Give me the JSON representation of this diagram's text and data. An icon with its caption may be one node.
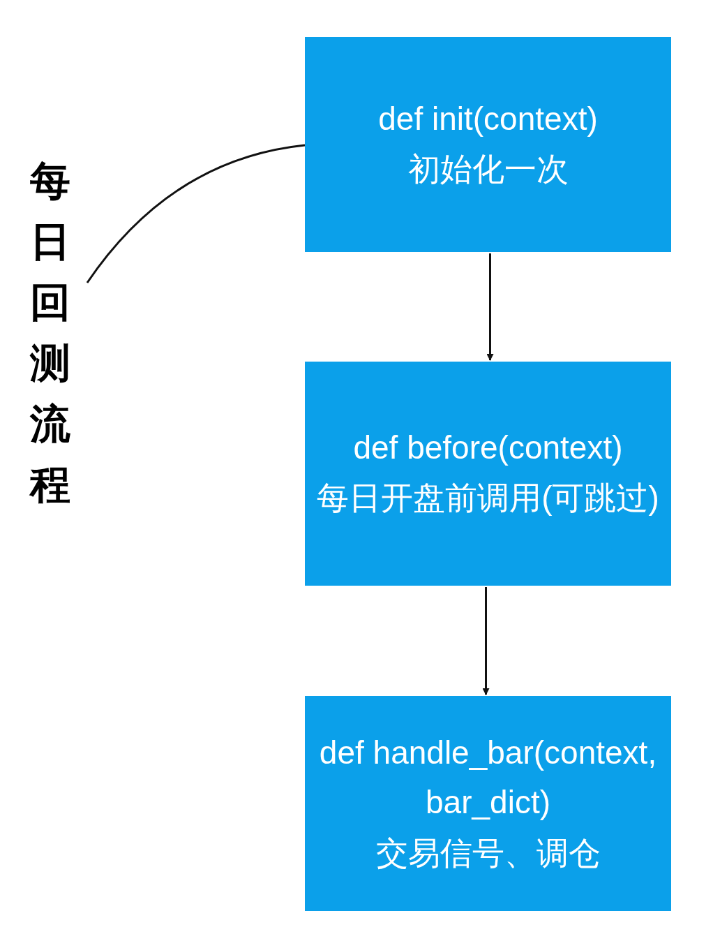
{
  "diagram": {
    "nodes": [
      {
        "text": [
          "每日回测流程"
        ]
      },
      {
        "text": [
          "def init(context)",
          "初始化一次"
        ]
      },
      {
        "text": [
          "def before(context)",
          "每日开盘前调用(可跳过)"
        ]
      },
      {
        "text": [
          "def handle_bar(context,bar_dict)",
          "交易信号、调仓"
        ]
      }
    ],
    "edges": [
      {
        "from": 0,
        "to": 1,
        "arrow": "none"
      },
      {
        "from": 1,
        "to": 2,
        "arrow": "to"
      },
      {
        "from": 2,
        "to": 3,
        "arrow": "to"
      }
    ]
  }
}
